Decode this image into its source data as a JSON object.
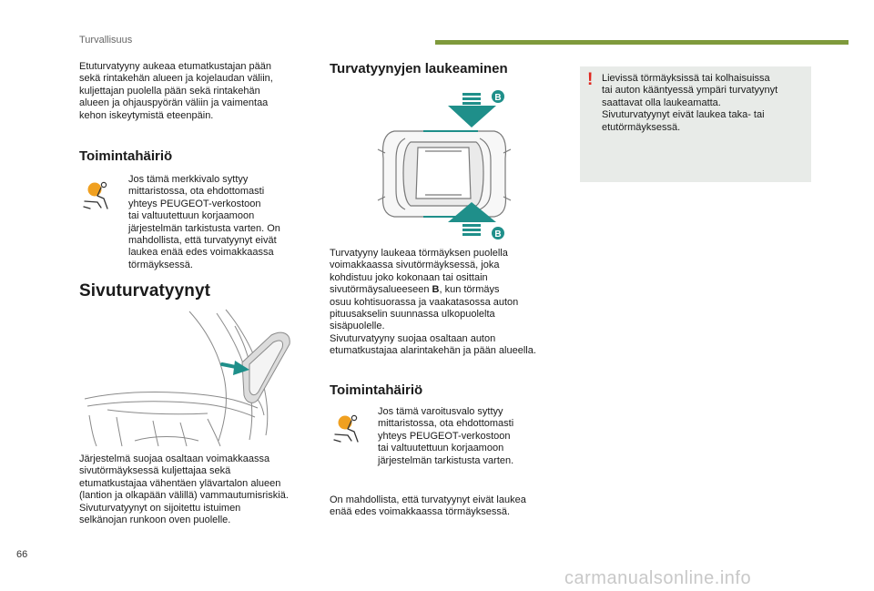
{
  "header": {
    "section_label": "Turvallisuus",
    "accent_color": "#7f9a3c"
  },
  "left": {
    "intro": "Etuturvatyyny aukeaa etumatkustajan pään\nsekä rintakehän alueen ja kojelaudan väliin,\nkuljettajan puolella pään sekä rintakehän\nalueen ja ohjauspyörän väliin ja vaimentaa\nkehon iskeytymistä eteenpäin.",
    "fault_heading": "Toimintahäiriö",
    "fault_icon": "airbag-warning-icon",
    "fault_text": "Jos tämä merkkivalo syttyy\nmittaristossa, ota ehdottomasti\nyhteys PEUGEOT-verkostoon\ntai valtuutettuun korjaamoon\njärjestelmän tarkistusta varten. On\nmahdollista, että turvatyynyt eivät\nlaukea enää edes voimakkaassa\ntörmäyksessä.",
    "side_heading": "Sivuturvatyynyt",
    "side_text": "Järjestelmä suojaa osaltaan voimakkaassa\nsivutörmäyksessä kuljettajaa sekä\netumatkustajaa vähentäen ylävartalon alueen\n(lantion ja olkapään välillä) vammautumisriskiä.\nSivuturvatyynyt on sijoitettu istuimen\nselkänojan runkoon oven puolelle."
  },
  "middle": {
    "heading": "Turvatyynyjen laukeaminen",
    "marker": "B",
    "deploy_text_1": "Turvatyyny laukeaa törmäyksen puolella\nvoimakkaassa sivutörmäyksessä, joka\nkohdistuu joko kokonaan tai osittain\nsivutörmäysalueeseen ",
    "deploy_text_b": "B",
    "deploy_text_2": ", kun törmäys\nosuu kohtisuorassa ja vaakatasossa auton\npituusakselin suunnassa ulkopuolelta\nsisäpuolelle.\nSivuturvatyyny suojaa osaltaan auton\netumatkustajaa alarintakehän ja pään alueella.",
    "fault_heading": "Toimintahäiriö",
    "fault_text": "Jos tämä varoitusvalo syttyy\nmittaristossa, ota ehdottomasti\nyhteys PEUGEOT-verkostoon\ntai valtuutettuun korjaamoon\njärjestelmän tarkistusta varten.",
    "closing_text": "On mahdollista, että turvatyynyt eivät laukea\nenää edes voimakkaassa törmäyksessä."
  },
  "right": {
    "warning_mark": "!",
    "warning_text": "Lievissä törmäyksissä tai kolhaisuissa\ntai auton kääntyessä ympäri turvatyynyt\nsaattavat olla laukeamatta.\nSivuturvatyynyt eivät laukea taka- tai\netutörmäyksessä.",
    "warning_color": "#e0271f",
    "box_color": "#e8ebe8"
  },
  "footer": {
    "page_number": "66",
    "watermark": "carmanualsonline.info"
  },
  "colors": {
    "arrow": "#1f8f8a",
    "icon_orange": "#f0a020"
  }
}
